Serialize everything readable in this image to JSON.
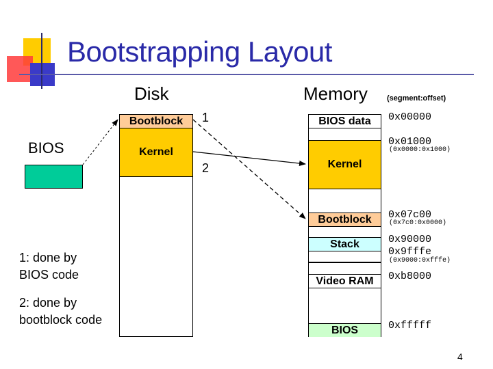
{
  "title": "Bootstrapping Layout",
  "page_number": "4",
  "colors": {
    "title": "#2a2aa8",
    "accent_yellow": "#ffcc00",
    "accent_red": "#ff3b3b",
    "accent_blue": "#3a3ac8",
    "bootblock_fill": "#ffcc99",
    "kernel_fill": "#ffcc00",
    "bios_box_fill": "#00cc99",
    "stack_fill": "#ccffff",
    "bios_rom_fill": "#ccffcc"
  },
  "disk": {
    "header": "Disk",
    "bootblock": "Bootblock",
    "kernel": "Kernel"
  },
  "memory": {
    "header": "Memory",
    "header_note": "(segment:offset)",
    "bios_data": "BIOS data",
    "kernel": "Kernel",
    "bootblock": "Bootblock",
    "stack": "Stack",
    "video_ram": "Video RAM",
    "bios": "BIOS"
  },
  "bios_label": "BIOS",
  "arrows": {
    "label_1": "1",
    "label_2": "2"
  },
  "notes": {
    "note1_line1": "1: done by",
    "note1_line2": "BIOS code",
    "note2_line1": "2: done by",
    "note2_line2": "bootblock code"
  },
  "addresses": {
    "a0": "0x00000",
    "a1": "0x01000",
    "a1_seg": "(0x0000:0x1000)",
    "a2": "0x07c00",
    "a2_seg": "(0x7c0:0x0000)",
    "a3": "0x90000",
    "a4": "0x9fffe",
    "a4_seg": "(0x9000:0xfffe)",
    "a5": "0xb8000",
    "a6": "0xfffff"
  }
}
